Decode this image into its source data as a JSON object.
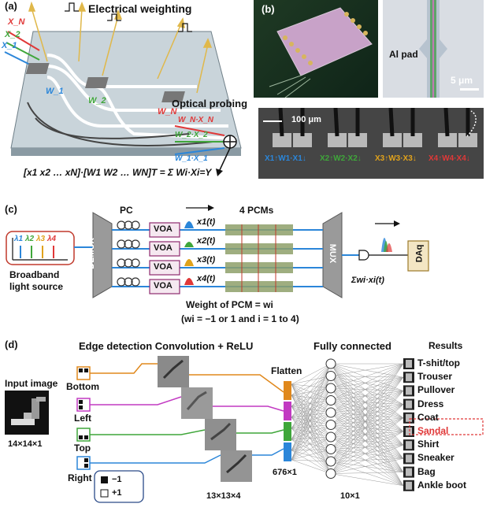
{
  "panel_a": {
    "label": "(a)",
    "title": "Electrical weighting",
    "inputs": [
      "X_N",
      "X_2",
      "X_1"
    ],
    "weights": [
      "W_1",
      "W_2",
      "W_N"
    ],
    "probing": "Optical probing",
    "products": [
      "W_N·X_N",
      "W_2·X_2",
      "W_1·X_1"
    ],
    "equation": "[x1 x2 … xN]·[W1 W2 … WN]T = Σ Wi·Xi=Y"
  },
  "panel_b": {
    "label": "(b)",
    "al_pad": "Al pad",
    "scale_small": "5 μm",
    "scale_large": "100 μm",
    "probes": [
      {
        "text": "X1↑W1·X1↓",
        "color": "#2b86d9"
      },
      {
        "text": "X2↑W2·X2↓",
        "color": "#3fa63a"
      },
      {
        "text": "X3↑W3·X3↓",
        "color": "#e0a21c"
      },
      {
        "text": "X4↑W4·X4↓",
        "color": "#e03838"
      }
    ]
  },
  "panel_c": {
    "label": "(c)",
    "source_top": "Broadband",
    "source_bottom": "light source",
    "lambdas": [
      "λ1",
      "λ2",
      "λ3",
      "λ4"
    ],
    "demux": "DEMUX",
    "mux": "MUX",
    "pc": "PC",
    "voa": "VOA",
    "pcm_label": "4 PCMs",
    "signals": [
      "x1(t)",
      "x2(t)",
      "x3(t)",
      "x4(t)"
    ],
    "sum": "Σwi·xi(t)",
    "daq": "DAq",
    "weight_line1": "Weight of PCM = wi",
    "weight_line2": "(wi = −1 or 1 and i = 1 to 4)",
    "colors": [
      "#2b86d9",
      "#3fa63a",
      "#e0a21c",
      "#e03838"
    ]
  },
  "panel_d": {
    "label": "(d)",
    "title": "Edge detection Convolution + ReLU",
    "input_image": "Input image",
    "input_size": "14×14×1",
    "kernels": [
      "Bottom",
      "Left",
      "Top",
      "Right"
    ],
    "legend_neg": "−1",
    "legend_pos": "+1",
    "conv_size": "13×13×4",
    "flatten": "Flatten",
    "flatten_size": "676×1",
    "fc": "Fully connected",
    "fc_size": "10×1",
    "results_title": "Results",
    "results": [
      "T-shit/top",
      "Trouser",
      "Pullover",
      "Dress",
      "Coat",
      "Sandal",
      "Shirt",
      "Sneaker",
      "Bag",
      "Ankle boot"
    ],
    "highlight_index": 5,
    "kernel_colors": [
      "#e0881c",
      "#c23ac2",
      "#3fa63a",
      "#2b86d9"
    ]
  }
}
